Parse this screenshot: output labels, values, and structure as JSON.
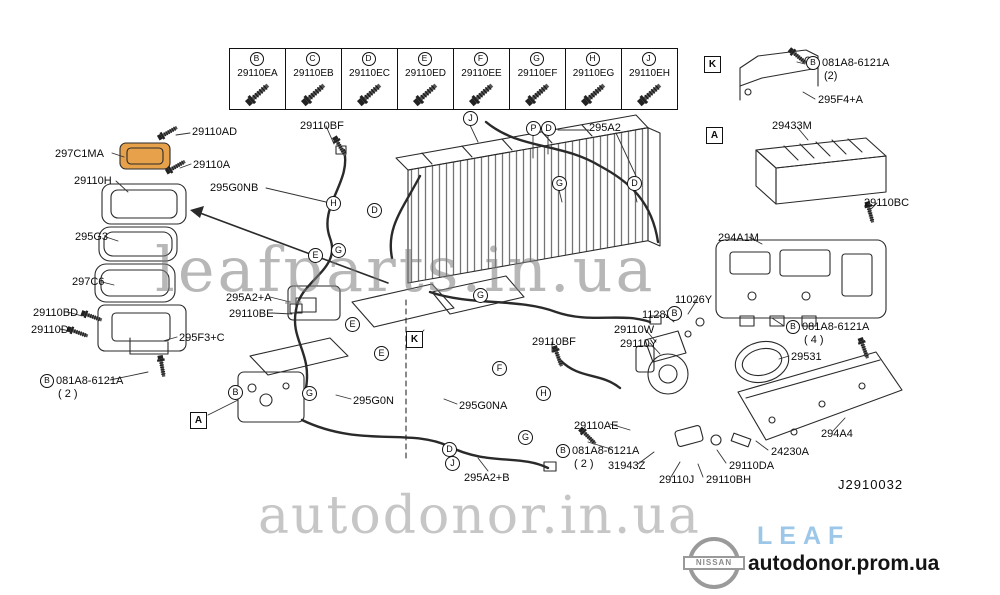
{
  "legend": {
    "items": [
      {
        "letter": "B",
        "part": "29110EA"
      },
      {
        "letter": "C",
        "part": "29110EB"
      },
      {
        "letter": "D",
        "part": "29110EC"
      },
      {
        "letter": "E",
        "part": "29110ED"
      },
      {
        "letter": "F",
        "part": "29110EE"
      },
      {
        "letter": "G",
        "part": "29110EF"
      },
      {
        "letter": "H",
        "part": "29110EG"
      },
      {
        "letter": "J",
        "part": "29110EH"
      }
    ]
  },
  "boxed_refs": {
    "k_top": "K",
    "a_right": "A",
    "k_mid": "K",
    "a_bottom": "A"
  },
  "part_labels": [
    {
      "text": "29110AD"
    },
    {
      "text": "297C1MA"
    },
    {
      "text": "29110A"
    },
    {
      "text": "29110H"
    },
    {
      "text": "295G0NB"
    },
    {
      "text": "29110BF"
    },
    {
      "text": "295A2"
    },
    {
      "text": "295G3"
    },
    {
      "text": "297C6"
    },
    {
      "text": "29110BD"
    },
    {
      "text": "29110D"
    },
    {
      "text": "295F3+C"
    },
    {
      "text": "295A2+A"
    },
    {
      "text": "29110BE"
    },
    {
      "text": "295G0N"
    },
    {
      "text": "295G0NA"
    },
    {
      "text": "29110BF"
    },
    {
      "text": "295A2+B"
    },
    {
      "text": "29110W"
    },
    {
      "text": "29110Y"
    },
    {
      "text": "11026Y"
    },
    {
      "text": "1128Z"
    },
    {
      "text": "29433M"
    },
    {
      "text": "29110BC"
    },
    {
      "text": "294A1M"
    },
    {
      "text": "29531"
    },
    {
      "text": "294A4"
    },
    {
      "text": "24230A"
    },
    {
      "text": "29110DA"
    },
    {
      "text": "29110BH"
    },
    {
      "text": "29110J"
    },
    {
      "text": "31943Z"
    },
    {
      "text": "29110AE"
    },
    {
      "text": "295F4+A"
    }
  ],
  "fastener_notes": [
    {
      "prefix": "B",
      "part": "081A8-6121A",
      "qty": "( 2 )"
    },
    {
      "prefix": "B",
      "part": "081A8-6121A",
      "qty": "( 4 )"
    },
    {
      "prefix": "B",
      "part": "081A8-6121A",
      "qty": "( 2 )"
    },
    {
      "prefix": "B",
      "part": "081A8-6121A",
      "qty": "(2)"
    }
  ],
  "callouts": [
    {
      "letter": "H"
    },
    {
      "letter": "D"
    },
    {
      "letter": "G"
    },
    {
      "letter": "E"
    },
    {
      "letter": "J"
    },
    {
      "letter": "P"
    },
    {
      "letter": "D"
    },
    {
      "letter": "G"
    },
    {
      "letter": "D"
    },
    {
      "letter": "G"
    },
    {
      "letter": "F"
    },
    {
      "letter": "H"
    },
    {
      "letter": "G"
    },
    {
      "letter": "E"
    },
    {
      "letter": "B"
    },
    {
      "letter": "D"
    },
    {
      "letter": "J"
    },
    {
      "letter": "E"
    },
    {
      "letter": "G"
    },
    {
      "letter": "B"
    }
  ],
  "diagram_number": "J2910032",
  "watermarks": {
    "center": "leafparts.in.ua",
    "bottom": "autodonor.in.ua",
    "logo_text": "NISSAN",
    "brand": "LEAF",
    "site": "autodonor.prom.ua"
  },
  "colors": {
    "highlight_part": "#e8a14b",
    "leaf_blue": "#9cc7e8",
    "watermark_gray": "#8a8a8a"
  }
}
